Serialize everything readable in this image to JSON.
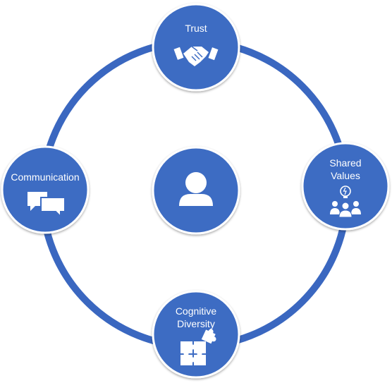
{
  "diagram": {
    "colors": {
      "ring": "#3a67c0",
      "node_fill": "#3d6cc3",
      "node_border": "#ffffff",
      "icon": "#ffffff",
      "background": "#ffffff"
    },
    "center": {
      "icon": "person-icon"
    },
    "nodes": [
      {
        "id": "trust",
        "label_lines": [
          "Trust"
        ],
        "icon": "handshake-icon"
      },
      {
        "id": "shared-values",
        "label_lines": [
          "Shared",
          "Values"
        ],
        "icon": "group-idea-icon"
      },
      {
        "id": "cognitive-diversity",
        "label_lines": [
          "Cognitive",
          "Diversity"
        ],
        "icon": "puzzle-icon"
      },
      {
        "id": "communication",
        "label_lines": [
          "Communication"
        ],
        "icon": "chat-bubbles-icon"
      }
    ]
  }
}
